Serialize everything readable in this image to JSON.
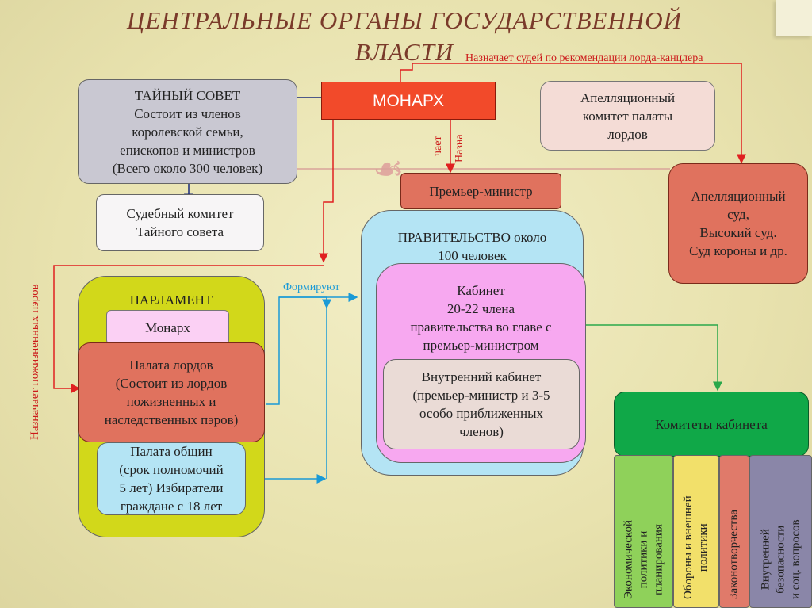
{
  "title": {
    "line1": "ЦЕНТРАЛЬНЫЕ ОРГАНЫ ГОСУДАРСТВЕННОЙ",
    "line2": "ВЛАСТИ"
  },
  "monarch": "МОНАРХ",
  "privy_council": {
    "line1": "ТАЙНЫЙ СОВЕТ",
    "line2": "Состоит из членов",
    "line3": "королевской семьи,",
    "line4": "епископов и министров",
    "line5": "(Всего около 300 человек)"
  },
  "judicial_committee": {
    "line1": "Судебный комитет",
    "line2": "Тайного совета"
  },
  "appeal_committee": {
    "line1": "Апелляционный",
    "line2": "комитет палаты",
    "line3": "лордов"
  },
  "appeal_court": {
    "line1": "Апелляционный",
    "line2": "суд,",
    "line3": "Высокий суд.",
    "line4": "Суд короны и др."
  },
  "prime_minister": "Премьер-министр",
  "government": {
    "line1": "ПРАВИТЕЛЬСТВО около",
    "line2": "100 человек"
  },
  "cabinet": {
    "line1": "Кабинет",
    "line2": "20-22 члена",
    "line3": "правительства во главе с",
    "line4": "премьер-министром"
  },
  "inner_cabinet": {
    "line1": "Внутренний кабинет",
    "line2": "(премьер-министр и 3-5",
    "line3": "особо приближенных",
    "line4": "членов)"
  },
  "parliament": {
    "title": "ПАРЛАМЕНТ",
    "monarch": "Монарх"
  },
  "lords": {
    "line1": "Палата лордов",
    "line2": "(Состоит из лордов",
    "line3": "пожизненных и",
    "line4": "наследственных пэров)"
  },
  "commons": {
    "line1": "Палата общин",
    "line2": "(срок полномочий",
    "line3": "5 лет) Избиратели",
    "line4": "граждане с 18 лет"
  },
  "committees": {
    "title": "Комитеты кабинета",
    "items": [
      {
        "line1": "Экономической",
        "line2": "политики и",
        "line3": "планирования",
        "color": "#8fd15a"
      },
      {
        "line1": "Обороны и внешней",
        "line2": "политики",
        "color": "#f2e06a"
      },
      {
        "line1": "Законотворчества",
        "color": "#e07a6a"
      },
      {
        "line1": "Внутренней",
        "line2": "безопасности",
        "line3": "и соц. вопросов",
        "color": "#8a86a8"
      }
    ]
  },
  "labels": {
    "appoints_judges": "Назначает судей по рекомендации лорда-канцлера",
    "appoints_short1": "Назна",
    "appoints_short2": "чает",
    "forms": "Формируют",
    "appoints_peers": "Назначает пожизненных пэров"
  },
  "colors": {
    "red_box": "#f24a2a",
    "arrow_red": "#e02020",
    "arrow_blue": "#1a9ad6",
    "arrow_green": "#2aa84a",
    "arrow_navy": "#1a2a7a"
  }
}
